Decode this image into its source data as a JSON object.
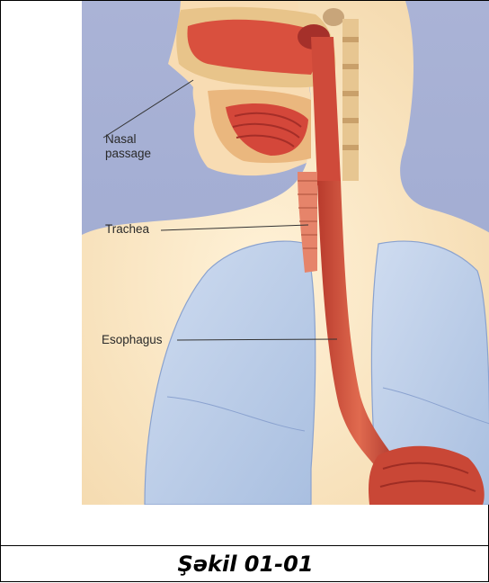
{
  "figure": {
    "labels": {
      "nasal": "Nasal\npassage",
      "trachea": "Trachea",
      "esophagus": "Esophagus"
    },
    "caption": "Şəkil 01-01"
  }
}
